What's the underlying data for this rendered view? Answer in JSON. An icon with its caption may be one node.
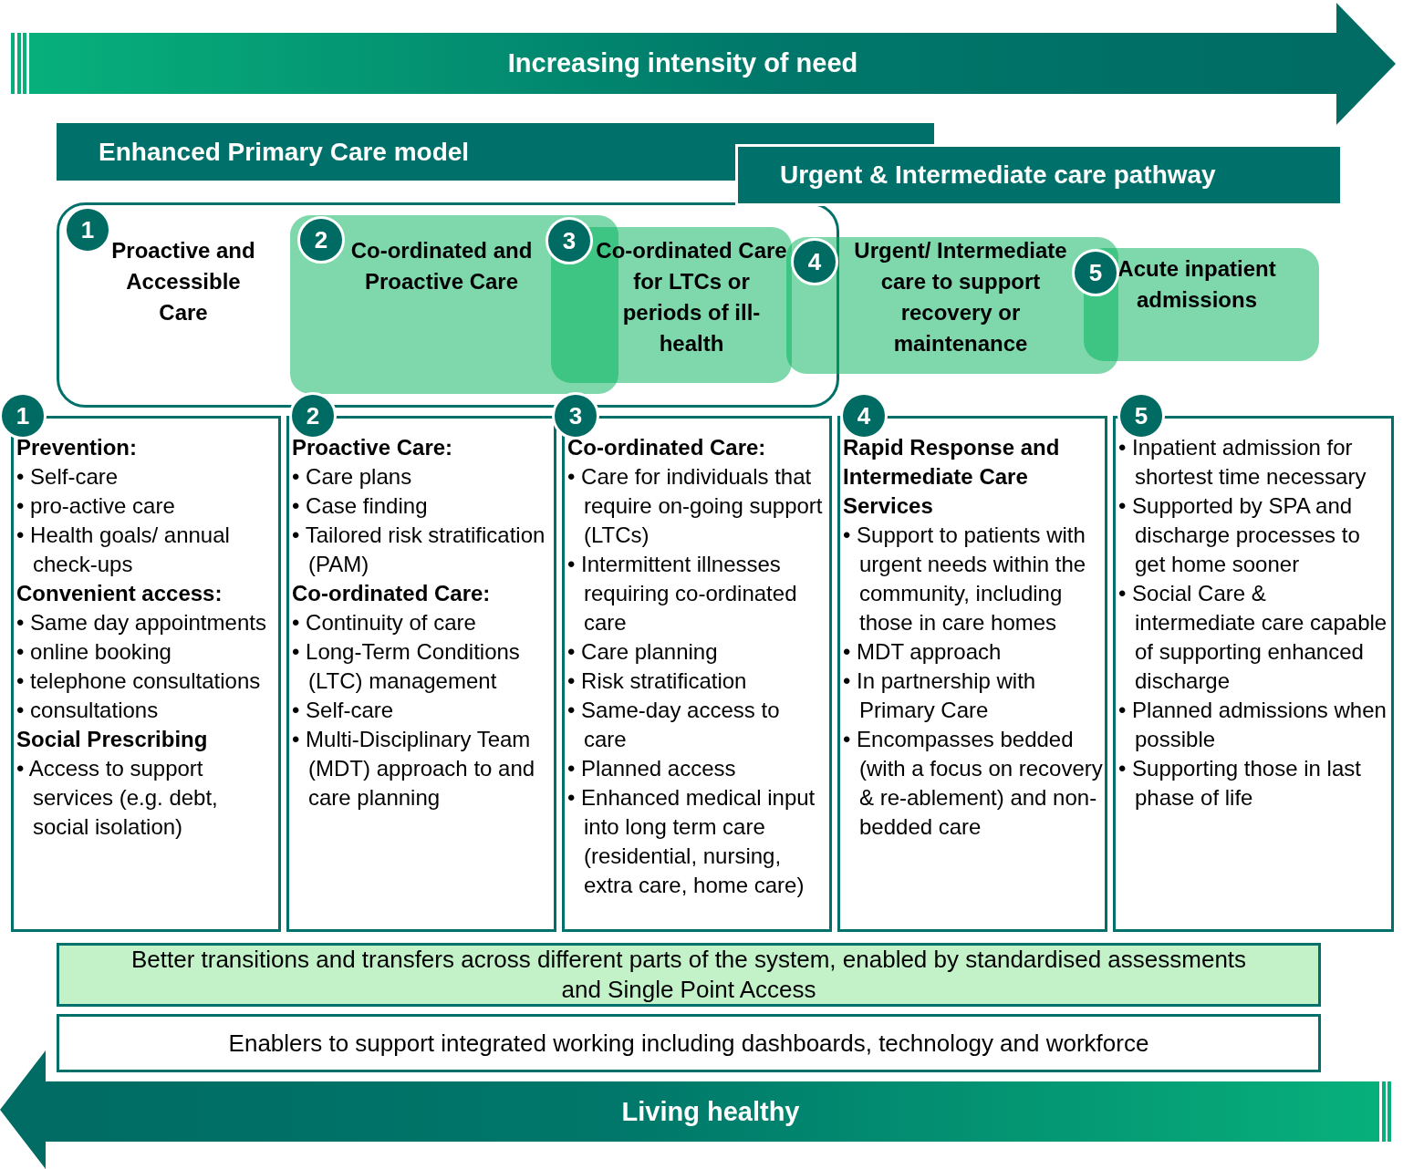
{
  "diagram": {
    "nodes": [
      {
        "text": [
          "Increasing intensity of need"
        ]
      },
      {
        "text": [
          "Enhanced Primary Care model"
        ]
      },
      {
        "text": [
          "Urgent & Intermediate care pathway"
        ]
      },
      {
        "text": [
          "1",
          "Proactive and Accessible Care"
        ]
      },
      {
        "text": [
          "2",
          "Co-ordinated and Proactive Care"
        ]
      },
      {
        "text": [
          "3",
          "Co-ordinated Care for LTCs or periods of ill-health"
        ]
      },
      {
        "text": [
          "4",
          "Urgent/ Intermediate care to support recovery or maintenance"
        ]
      },
      {
        "text": [
          "5",
          "Acute inpatient admissions"
        ]
      },
      {
        "text": [
          "1",
          "**Prevention**:",
          "• Self-care",
          "• pro-active care",
          "• Health goals/ annual check-ups",
          "**Convenient access:**",
          "• Same day appointments",
          "• online booking",
          "• telephone consultations",
          "• consultations",
          "**Social Prescribing**",
          "• Access to support services (e.g. debt, social isolation)"
        ]
      },
      {
        "text": [
          "2",
          "**Proactive Care:**",
          "• Care plans",
          "• Case finding",
          "• Tailored risk stratification (PAM)",
          "**Co-ordinated Care:**",
          "• Continuity of care",
          "• Long-Term Conditions (LTC) management",
          "• Self-care",
          "• Multi-Disciplinary Team (MDT) approach to and care planning"
        ]
      },
      {
        "text": [
          "3",
          "**Co-ordinated Care:**",
          "• Care for individuals that require on-going support (LTCs)",
          "• Intermittent illnesses requiring co-ordinated care",
          "• Care planning",
          "• Risk stratification",
          "• Same-day access to care",
          "• Planned access",
          "• Enhanced medical input into long term care (residential, nursing, extra care, home care)"
        ]
      },
      {
        "text": [
          "4",
          "**Rapid Response and Intermediate Care Services**",
          "• Support to patients with urgent needs within the community, including those in care homes",
          "• MDT approach",
          "• In partnership with Primary Care",
          "• Encompasses bedded (with a focus on recovery & re-ablement) and non-bedded care"
        ]
      },
      {
        "text": [
          "5",
          "• Inpatient admission for shortest time necessary",
          "• Supported by SPA and discharge processes to get home sooner",
          "• Social Care & intermediate care capable of supporting enhanced discharge",
          "• Planned admissions when possible",
          "• Supporting those in last phase of life"
        ]
      },
      {
        "text": [
          "Better transitions and transfers across different parts of the system, enabled by standardised assessments and Single Point Access"
        ]
      },
      {
        "text": [
          "Enablers to support integrated working including dashboards, technology and workforce"
        ]
      },
      {
        "text": [
          "Living healthy"
        ]
      }
    ],
    "edges": []
  }
}
